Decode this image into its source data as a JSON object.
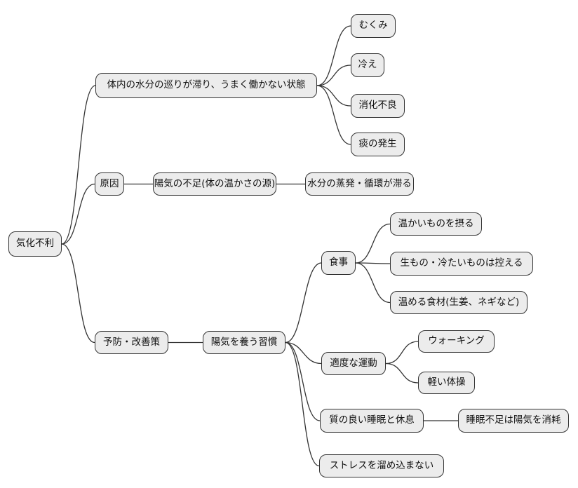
{
  "diagram": {
    "type": "mindmap",
    "root": {
      "label": "気化不利"
    },
    "branches": [
      {
        "label": "体内の水分の巡りが滞り、うまく働かない状態",
        "children": [
          {
            "label": "むくみ"
          },
          {
            "label": "冷え"
          },
          {
            "label": "消化不良"
          },
          {
            "label": "痰の発生"
          }
        ]
      },
      {
        "label": "原因",
        "children": [
          {
            "label": "陽気の不足(体の温かさの源)",
            "children": [
              {
                "label": "水分の蒸発・循環が滞る"
              }
            ]
          }
        ]
      },
      {
        "label": "予防・改善策",
        "children": [
          {
            "label": "陽気を養う習慣",
            "children": [
              {
                "label": "食事",
                "children": [
                  {
                    "label": "温かいものを摂る"
                  },
                  {
                    "label": "生もの・冷たいものは控える"
                  },
                  {
                    "label": "温める食材(生姜、ネギなど)"
                  }
                ]
              },
              {
                "label": "適度な運動",
                "children": [
                  {
                    "label": "ウォーキング"
                  },
                  {
                    "label": "軽い体操"
                  }
                ]
              },
              {
                "label": "質の良い睡眠と休息",
                "children": [
                  {
                    "label": "睡眠不足は陽気を消耗"
                  }
                ]
              },
              {
                "label": "ストレスを溜め込まない"
              }
            ]
          }
        ]
      }
    ],
    "colors": {
      "background": "#ffffff",
      "node_fill": "#ececec",
      "node_border": "#333333",
      "edge": "#333333",
      "text": "#111111"
    }
  }
}
